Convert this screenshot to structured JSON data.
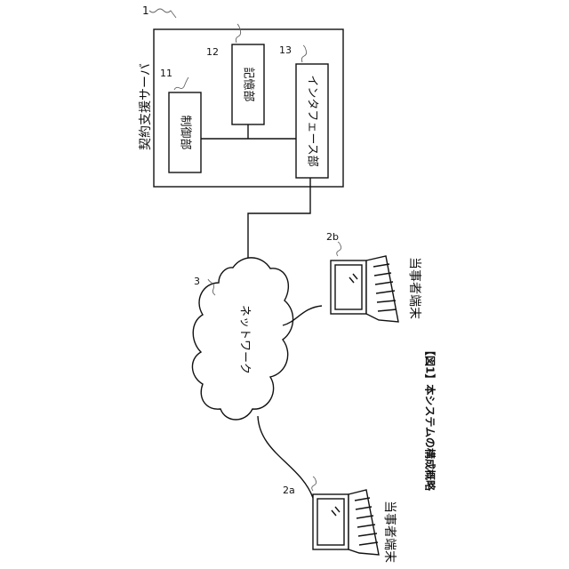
{
  "server": {
    "ref": "1",
    "label": "契約支援サーバ",
    "components": [
      {
        "ref": "11",
        "label": "制御部"
      },
      {
        "ref": "12",
        "label": "記憶部"
      },
      {
        "ref": "13",
        "label": "インタフェース部"
      }
    ]
  },
  "network": {
    "ref": "3",
    "label": "ネットワーク"
  },
  "terminals": [
    {
      "ref": "2a",
      "label": "当事者端末"
    },
    {
      "ref": "2b",
      "label": "当事者端末"
    }
  ],
  "caption": "【図1】本システムの構成概略"
}
